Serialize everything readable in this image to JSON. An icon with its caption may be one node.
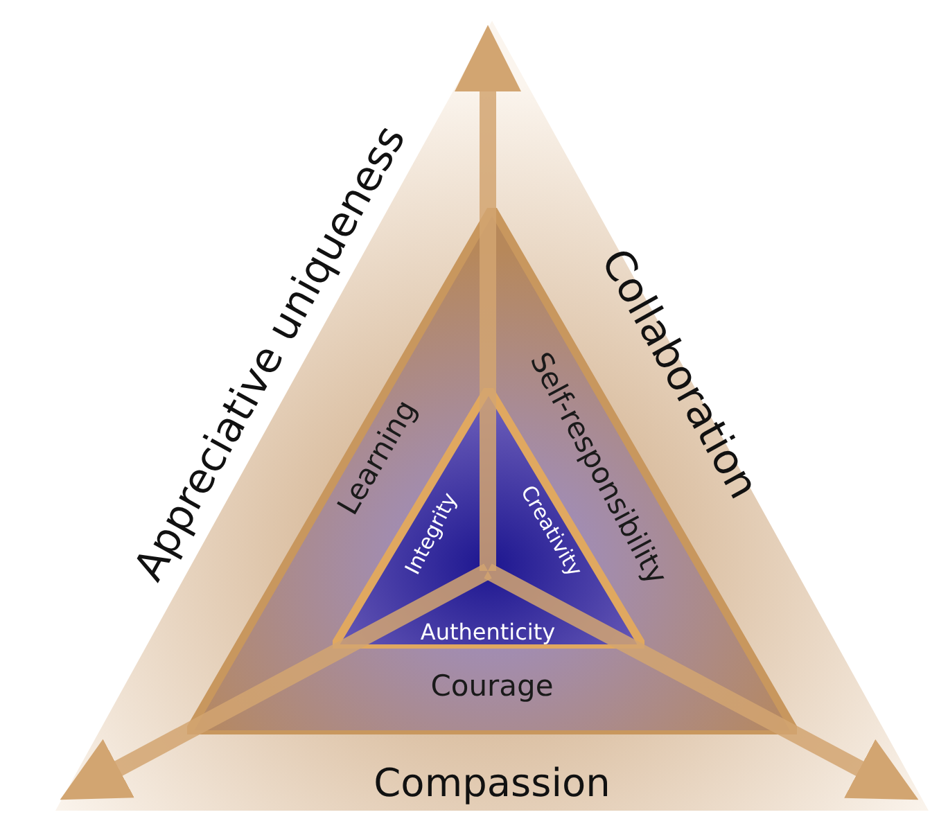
{
  "diagram": {
    "nodes": [
      {
        "text": [
          "Appreciative uniqueness",
          "Collaboration",
          "Compassion"
        ]
      },
      {
        "text": [
          "Learning",
          "Self-responsibility",
          "Courage"
        ],
        "in": 0
      },
      {
        "text": [
          "Integrity",
          "Creativity",
          "Authenticity"
        ],
        "in": 1
      }
    ]
  }
}
